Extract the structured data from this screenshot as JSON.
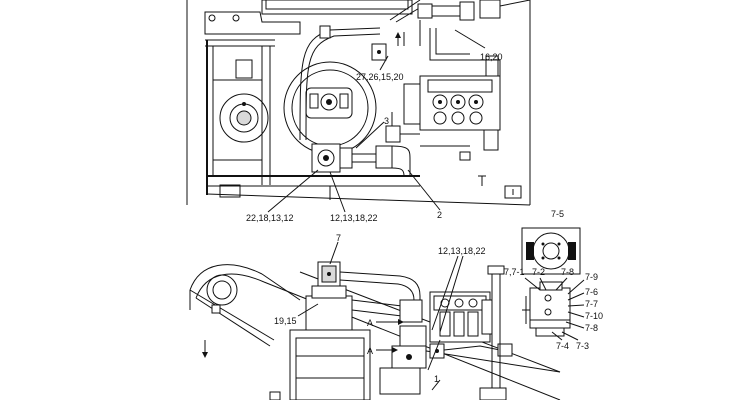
{
  "callouts": {
    "c_16_20": "16,20",
    "c_27_26_15_20": "27,26,15,20",
    "c_3": "3",
    "c_22_18_13_12": "22,18,13,12",
    "c_12_13_18_22_top": "12,13,18,22",
    "c_2": "2",
    "c_7": "7",
    "c_12_13_18_22_bot": "12,13,18,22",
    "c_19_15": "19,15",
    "c_A1": "A",
    "c_A2": "A",
    "c_1": "1",
    "c_7_5": "7-5",
    "c_7_7_1": "7,7-1",
    "c_7_2": "7-2",
    "c_7_8a": "7-8",
    "c_7_9": "7-9",
    "c_7_6": "7-6",
    "c_7_7": "7-7",
    "c_7_10": "7-10",
    "c_7_8b": "7-8",
    "c_7_4": "7-4",
    "c_7_3": "7-3"
  }
}
